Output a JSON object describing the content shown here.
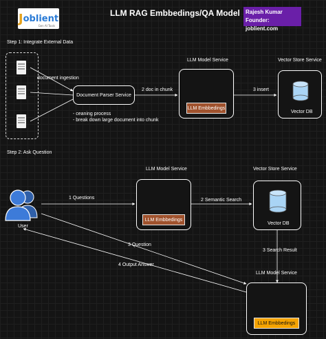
{
  "header": {
    "logo_text": "oblient",
    "logo_initial": "J",
    "logo_sub": "Gen AI Tools",
    "title": "LLM RAG Embbedings/QA Model",
    "author": "Rajesh Kumar",
    "founder": "Founder: joblient.com"
  },
  "colors": {
    "background": "#141414",
    "founder_box": "#6a1fa8",
    "embed_brown": "#a0522d",
    "embed_orange": "#f5a300",
    "cylinder": "#a9d4f5",
    "user_icon": "#3d7bd9"
  },
  "step1": {
    "title": "Step 1: Integrate External Data",
    "doc_ingestion": "document ingestion",
    "parser": "Document Parser Service",
    "notes": [
      "- ceaning process",
      "- break down large document into chunk"
    ],
    "edge_chunk": "2 doc in chunk",
    "llm_title": "LLM Model Service",
    "llm_embed": "LLM Embbedings",
    "edge_insert": "3 insert",
    "vs_title": "Vector Store Service",
    "vs_label": "Vector DB"
  },
  "step2": {
    "title": "Step 2: Ask Question",
    "user": "User",
    "edge_questions": "1 Questions",
    "llm_title": "LLM Model Service",
    "llm_embed": "LLM Embbedings",
    "edge_semantic": "2 Semantic Search",
    "vs_title": "Vector Store Service",
    "vs_label": "Vector DB",
    "edge_search_result": "3 Search Result",
    "edge_question3": "3 Question",
    "edge_output": "4 Output Answer",
    "llm2_title": "LLM Model Service",
    "llm2_embed": "LLM Embbedings"
  }
}
